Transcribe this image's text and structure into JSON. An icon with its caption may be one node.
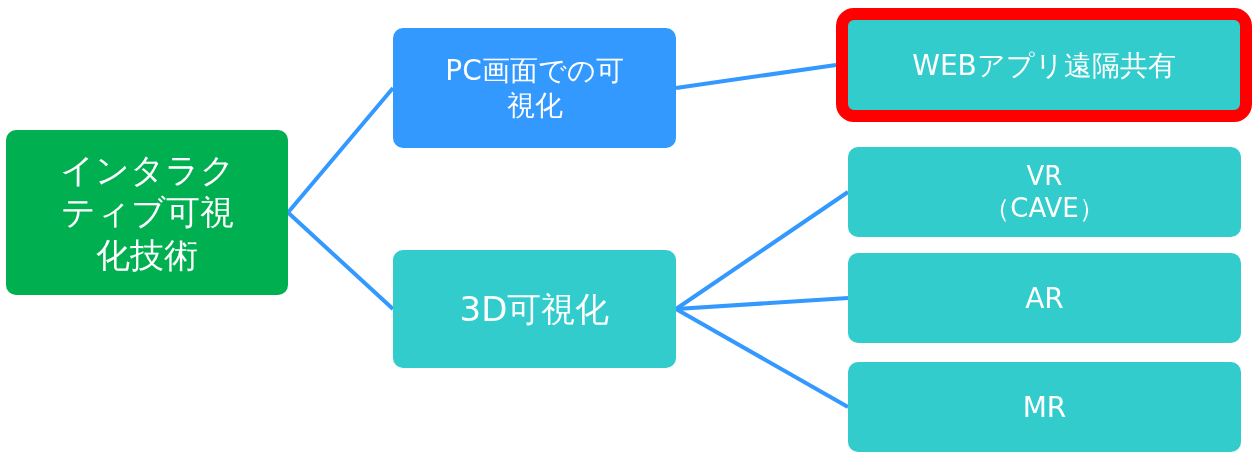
{
  "diagram": {
    "nodes": [
      {
        "text": [
          "インタラクティブ可視化技術"
        ]
      },
      {
        "text": [
          "PC画面での可視化"
        ]
      },
      {
        "text": [
          "3D可視化"
        ]
      },
      {
        "text": [
          "WEBアプリ遠隔共有"
        ]
      },
      {
        "text": [
          "VR",
          "（CAVE）"
        ]
      },
      {
        "text": [
          "AR"
        ]
      },
      {
        "text": [
          "MR"
        ]
      }
    ],
    "edges": [
      {
        "from": 0,
        "to": 1,
        "arrow": "none"
      },
      {
        "from": 0,
        "to": 2,
        "arrow": "none"
      },
      {
        "from": 1,
        "to": 3,
        "arrow": "none"
      },
      {
        "from": 2,
        "to": 4,
        "arrow": "none"
      },
      {
        "from": 2,
        "to": 5,
        "arrow": "none"
      },
      {
        "from": 2,
        "to": 6,
        "arrow": "none"
      }
    ]
  }
}
